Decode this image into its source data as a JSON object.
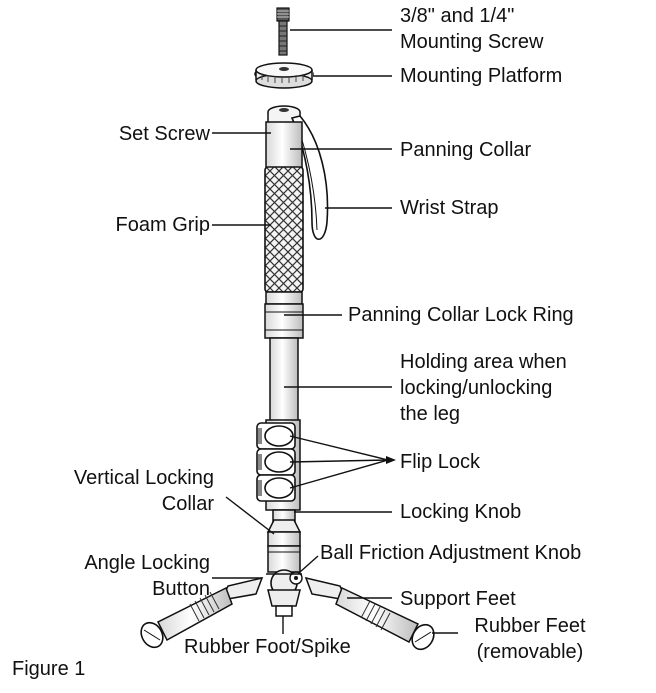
{
  "labels": {
    "mounting_screw_line1": "3/8\" and 1/4\"",
    "mounting_screw_line2": "Mounting Screw",
    "mounting_platform": "Mounting Platform",
    "set_screw": "Set Screw",
    "panning_collar": "Panning Collar",
    "wrist_strap": "Wrist Strap",
    "foam_grip": "Foam Grip",
    "panning_collar_lock_ring": "Panning Collar Lock Ring",
    "holding_area_line1": "Holding area when",
    "holding_area_line2": "locking/unlocking",
    "holding_area_line3": "the leg",
    "flip_lock": "Flip Lock",
    "vertical_locking_collar_line1": "Vertical Locking",
    "vertical_locking_collar_line2": "Collar",
    "locking_knob": "Locking Knob",
    "angle_locking_button_line1": "Angle Locking",
    "angle_locking_button_line2": "Button",
    "ball_friction_adjustment_knob": "Ball Friction Adjustment Knob",
    "support_feet": "Support Feet",
    "rubber_foot_spike": "Rubber Foot/Spike",
    "rubber_feet_line1": "Rubber Feet",
    "rubber_feet_line2": "(removable)",
    "figure_caption": "Figure 1"
  }
}
